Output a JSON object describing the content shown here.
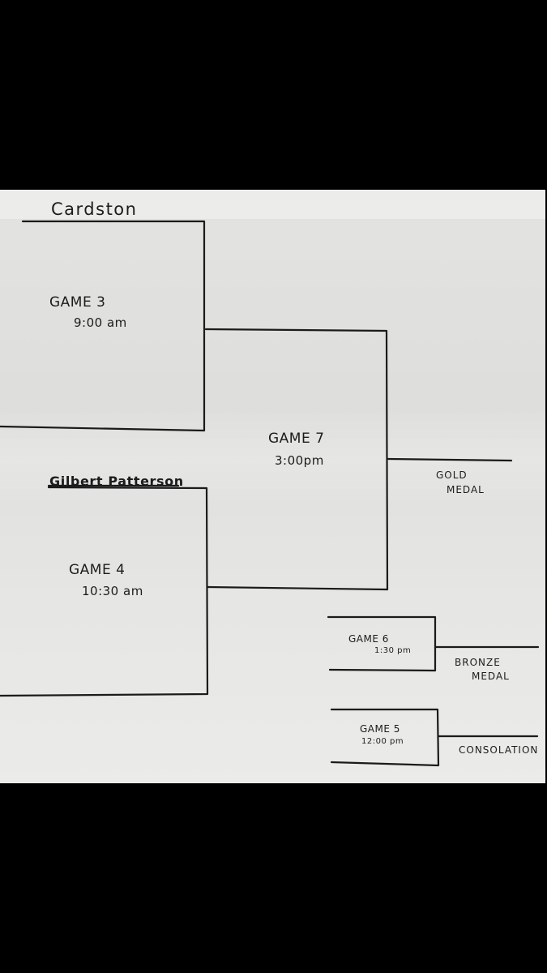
{
  "teams": {
    "top": "Cardston",
    "bottom": "Gilbert Patterson"
  },
  "games": {
    "game3": {
      "label": "GAME 3",
      "time": "9:00 am"
    },
    "game4": {
      "label": "GAME 4",
      "time": "10:30 am"
    },
    "game7": {
      "label": "GAME 7",
      "time": "3:00pm"
    },
    "game6": {
      "label": "GAME 6",
      "time": "1:30 pm"
    },
    "game5": {
      "label": "GAME 5",
      "time": "12:00 pm"
    }
  },
  "results": {
    "gold_line1": "GOLD",
    "gold_line2": "MEDAL",
    "bronze_line1": "BRONZE",
    "bronze_line2": "MEDAL",
    "consolation": "CONSOLATION"
  },
  "colors": {
    "paper": "#e3e3e1",
    "ink": "#1b1b1b",
    "background": "#000000"
  }
}
